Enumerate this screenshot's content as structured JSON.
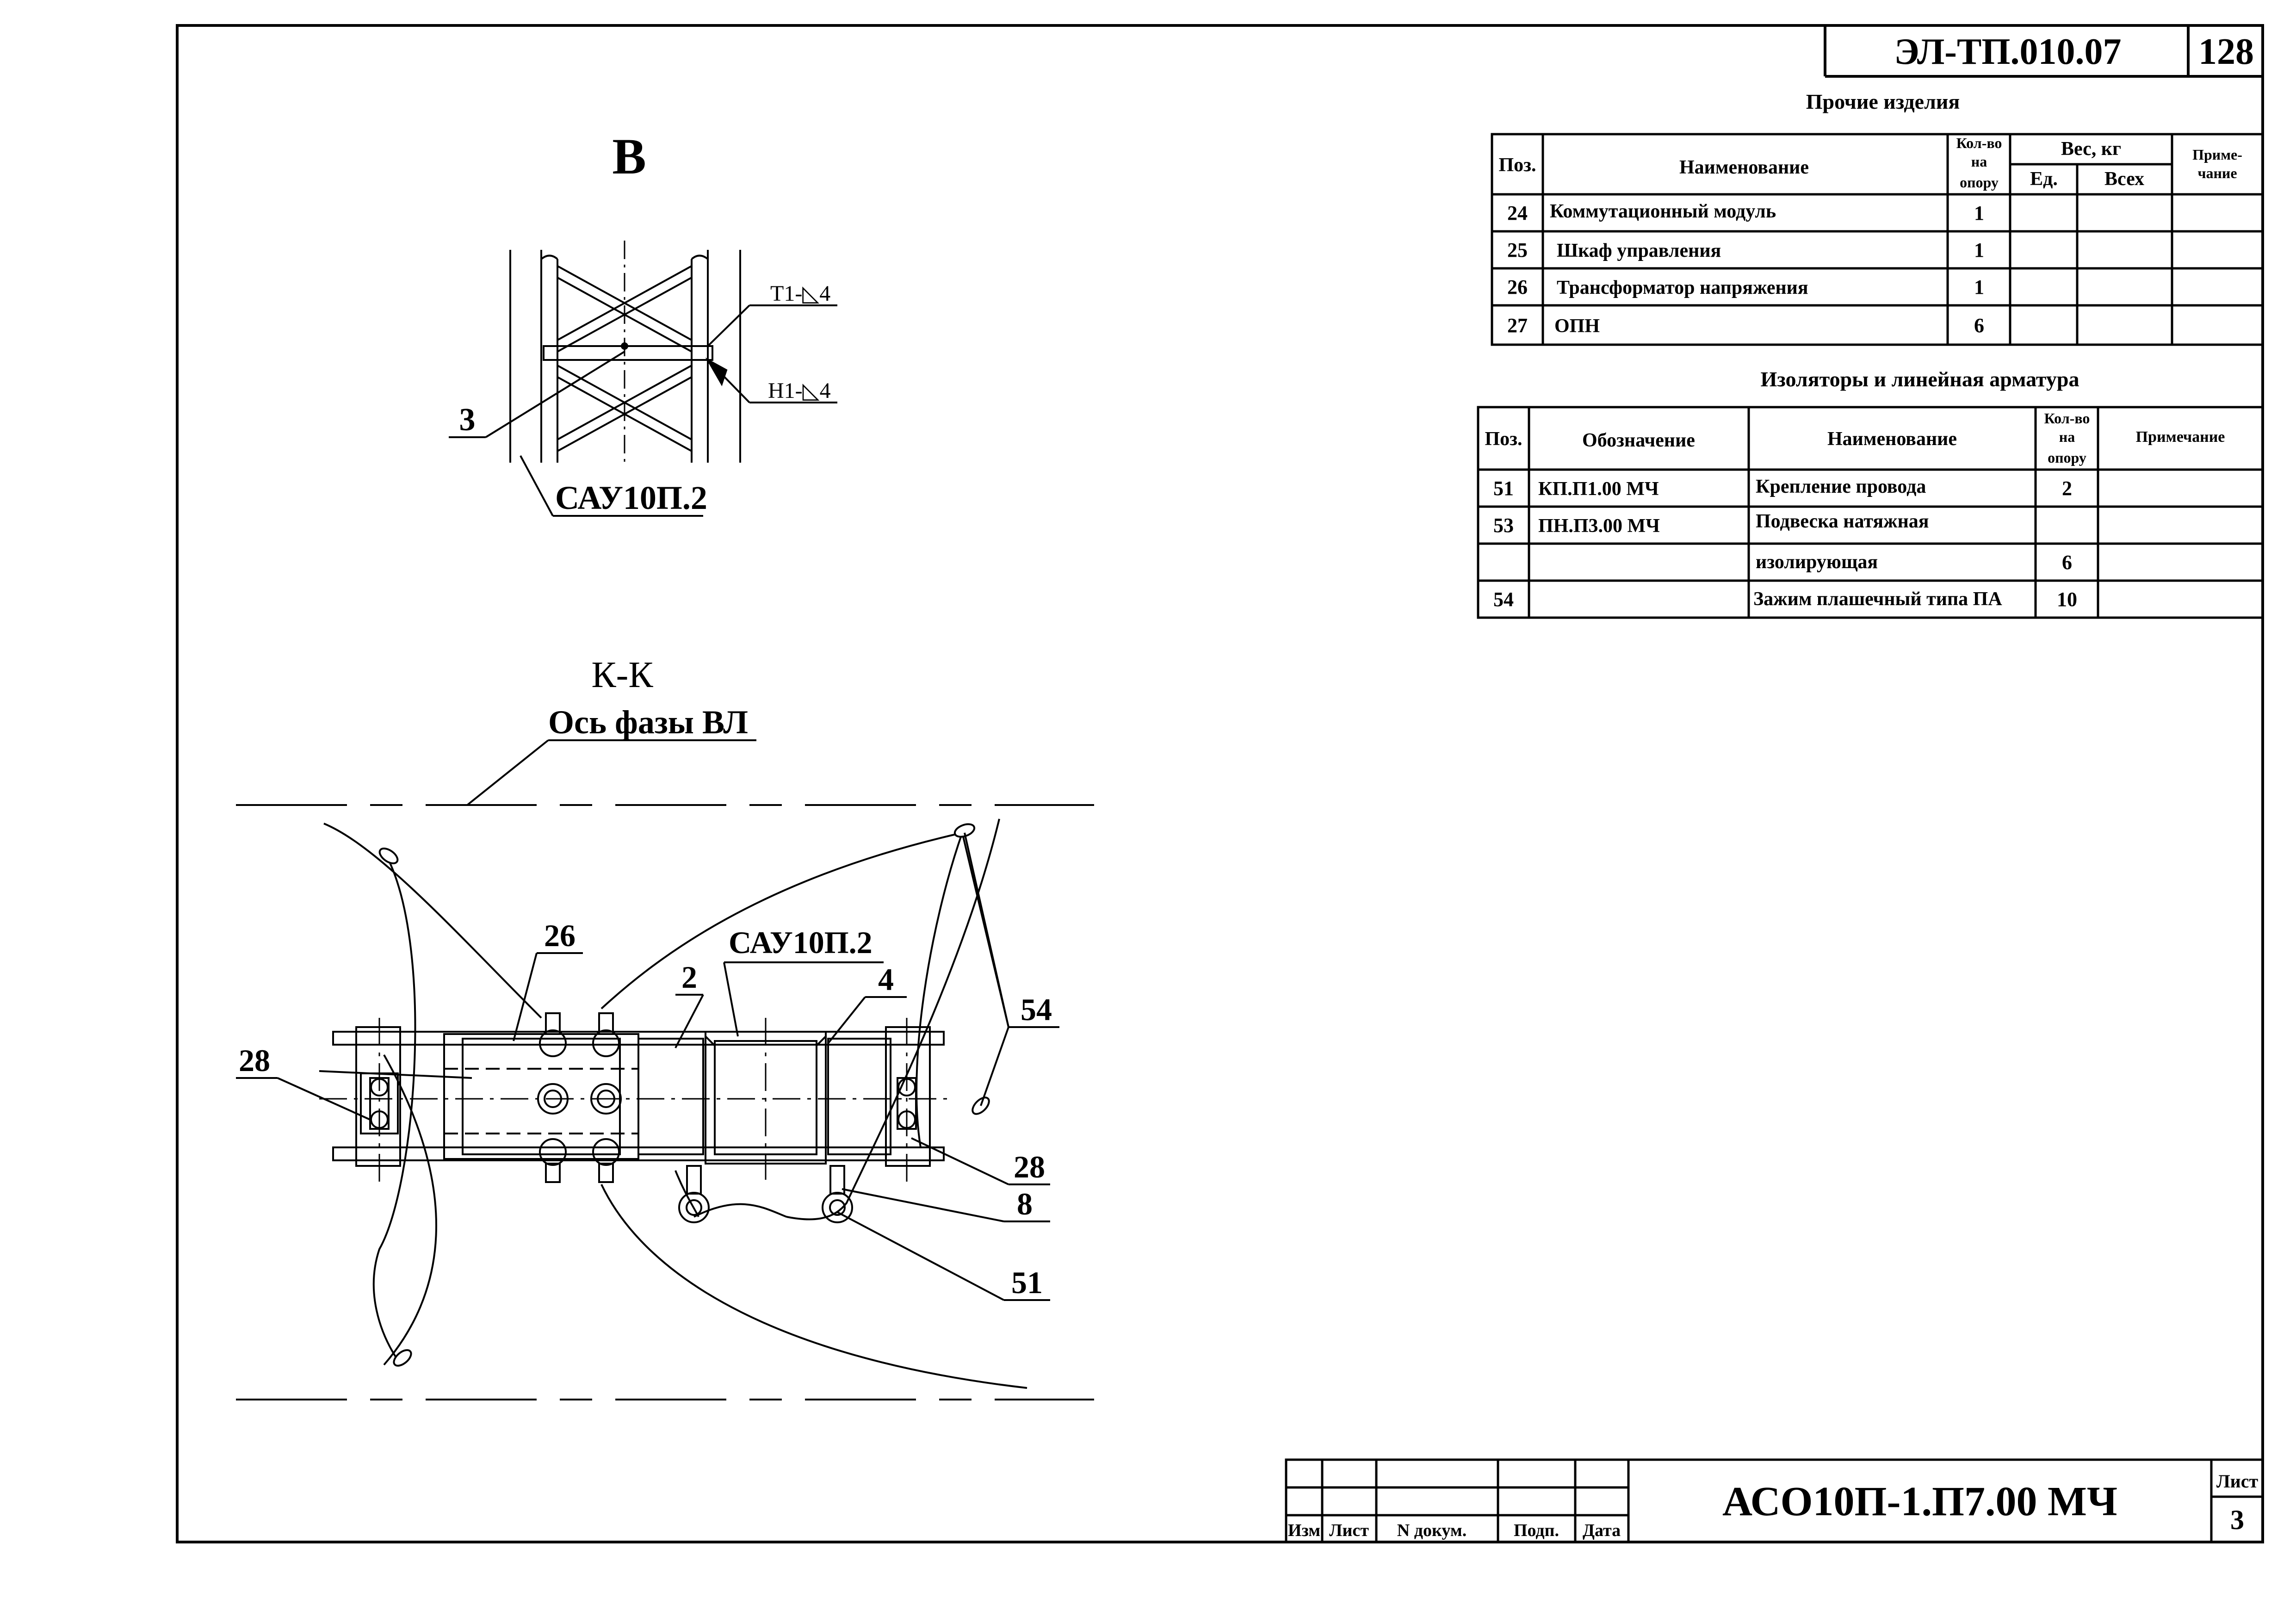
{
  "header": {
    "doc_code": "ЭЛ-ТП.010.07",
    "page_number": "128"
  },
  "view_b": {
    "title": "В",
    "callout_pos": "3",
    "weld_top": "Т1-◺4",
    "weld_bottom": "Н1-◺4",
    "part_label": "САУ10П.2"
  },
  "section_kk": {
    "title": "К-К",
    "axis_label": "Ось фазы ВЛ",
    "part_label": "САУ10П.2",
    "callouts": {
      "c26": "26",
      "c2": "2",
      "c4": "4",
      "c54": "54",
      "c28_left": "28",
      "c28_right": "28",
      "c8": "8",
      "c51": "51"
    }
  },
  "table_other": {
    "title": "Прочие изделия",
    "headers": {
      "pos": "Поз.",
      "name": "Наименование",
      "qty_l1": "Кол-во",
      "qty_l2": "на",
      "qty_l3": "опору",
      "weight": "Вес, кг",
      "unit": "Ед.",
      "total": "Всех",
      "note_l1": "Приме-",
      "note_l2": "чание"
    },
    "rows": [
      {
        "pos": "24",
        "name": "Коммутационный модуль",
        "qty": "1"
      },
      {
        "pos": "25",
        "name": "Шкаф управления",
        "qty": "1"
      },
      {
        "pos": "26",
        "name": "Трансформатор напряжения",
        "qty": "1"
      },
      {
        "pos": "27",
        "name": "ОПН",
        "qty": "6"
      }
    ]
  },
  "table_insulators": {
    "title": "Изоляторы и линейная арматура",
    "headers": {
      "pos": "Поз.",
      "designation": "Обозначение",
      "name": "Наименование",
      "qty_l1": "Кол-во",
      "qty_l2": "на",
      "qty_l3": "опору",
      "note": "Примечание"
    },
    "rows": [
      {
        "pos": "51",
        "designation": "КП.П1.00 МЧ",
        "name": "Крепление провода",
        "qty": "2"
      },
      {
        "pos": "53",
        "designation": "ПН.П3.00 МЧ",
        "name": "Подвеска натяжная",
        "qty": ""
      },
      {
        "pos": "",
        "designation": "",
        "name": "изолирующая",
        "qty": "6"
      },
      {
        "pos": "54",
        "designation": "",
        "name": "Зажим плашечный типа ПА",
        "qty": "10"
      }
    ]
  },
  "title_block": {
    "doc_code": "АСО10П-1.П7.00 МЧ",
    "sheet_label": "Лист",
    "sheet_number": "3",
    "col_izm": "Изм",
    "col_list": "Лист",
    "col_doc": "N докум.",
    "col_sign": "Подп.",
    "col_date": "Дата"
  }
}
